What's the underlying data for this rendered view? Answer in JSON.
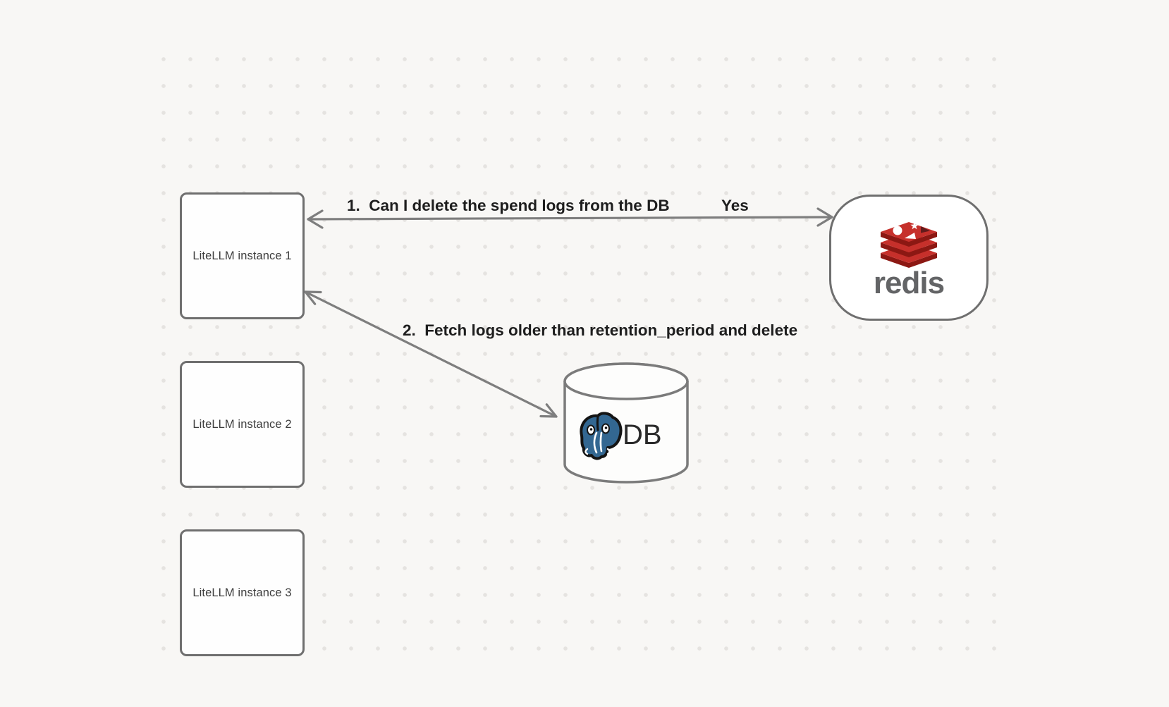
{
  "colors": {
    "background": "#f8f7f5",
    "dot_grid": "#e5e3e0",
    "node_border": "#6f6f6f",
    "node_fill": "#fefefe",
    "node_text": "#3d3d3d",
    "arrow": "#7e7e7e",
    "flow_label_text": "#1e1e1e",
    "redis_red": "#c6302b",
    "redis_dark_red": "#8c1813",
    "redis_wordmark": "#636466",
    "postgres_blue": "#336791",
    "db_text": "#2a2a2a"
  },
  "nodes": {
    "instance1": {
      "label": "LiteLLM instance 1"
    },
    "instance2": {
      "label": "LiteLLM instance 2"
    },
    "instance3": {
      "label": "LiteLLM instance 3"
    },
    "redis": {
      "wordmark": "redis"
    },
    "db": {
      "label": "DB"
    }
  },
  "arrows": {
    "arrow1": {
      "label": "1.  Can I delete the spend logs from the DB",
      "reply": "Yes"
    },
    "arrow2": {
      "label": "2.  Fetch logs older than retention_period and delete"
    }
  }
}
